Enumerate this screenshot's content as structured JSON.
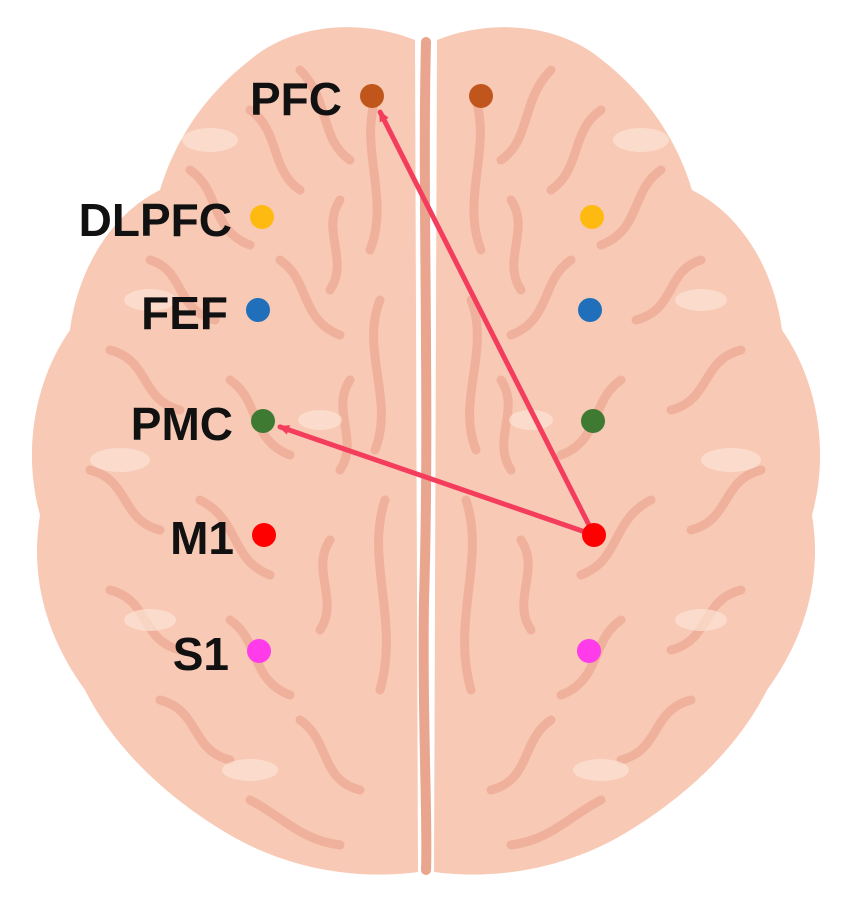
{
  "regions": [
    {
      "label": "PFC",
      "color": "#c0561c"
    },
    {
      "label": "DLPFC",
      "color": "#ffba12"
    },
    {
      "label": "FEF",
      "color": "#1f6fba"
    },
    {
      "label": "PMC",
      "color": "#3f7a33"
    },
    {
      "label": "M1",
      "color": "#ff0000"
    },
    {
      "label": "S1",
      "color": "#ff3bea"
    }
  ],
  "connections": [
    {
      "from": "M1 (right)",
      "to": "PFC (left)"
    },
    {
      "from": "M1 (right)",
      "to": "PMC (left)"
    }
  ],
  "colors": {
    "brain_fill": "#f8c9b5",
    "brain_fold": "#efb19b",
    "brain_highlight": "#fce2d4",
    "arrow": "#f43d5d"
  }
}
